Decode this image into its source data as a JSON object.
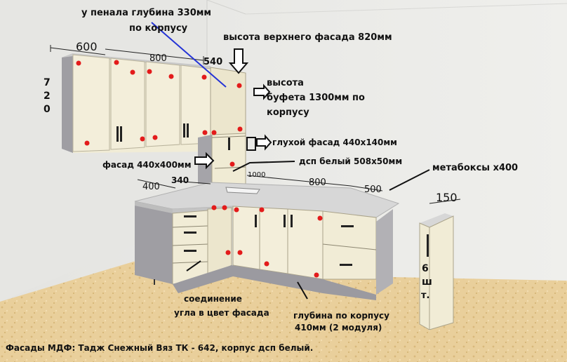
{
  "dimensions": {
    "top_600": "600",
    "top_800": "800",
    "top_540": "540",
    "side_7": "7",
    "side_2": "2",
    "side_0": "0",
    "low_400": "400",
    "low_340": "340",
    "low_1000": "1000",
    "low_800": "800",
    "low_500": "500",
    "tall_150": "150"
  },
  "annotations": {
    "pencil_depth_1": "у пенала глубина 330мм",
    "pencil_depth_2": "по корпусу",
    "upper_facade_height": "высота верхнего фасада 820мм",
    "buffet_height_1": "высота",
    "buffet_height_2": "буфета 1300мм по",
    "buffet_height_3": "корпусу",
    "blind_facade": "глухой фасад 440х140мм",
    "facade_440x400": "фасад 440х400мм",
    "chipboard_white": "дсп белый 508х50мм",
    "metaboxes": "метабоксы х400",
    "shelves_6": "6",
    "shelves_sht": "ш",
    "shelves_t": "т.",
    "corner_joint_1": "соединение",
    "corner_joint_2": "угла в цвет фасада",
    "body_depth_1": "глубина по корпусу",
    "body_depth_2": "410мм  (2 модуля)",
    "footer": "Фасады МДФ: Тадж Снежный Вяз ТК - 642, корпус дсп белый."
  },
  "colors": {
    "wall": "#e9e9e6",
    "facade": "#f1ecd6",
    "body_gray": "#9c9ba0",
    "counter": "#d5d5d5",
    "marker": "#e31b1b",
    "blue_line": "#2433d6"
  }
}
